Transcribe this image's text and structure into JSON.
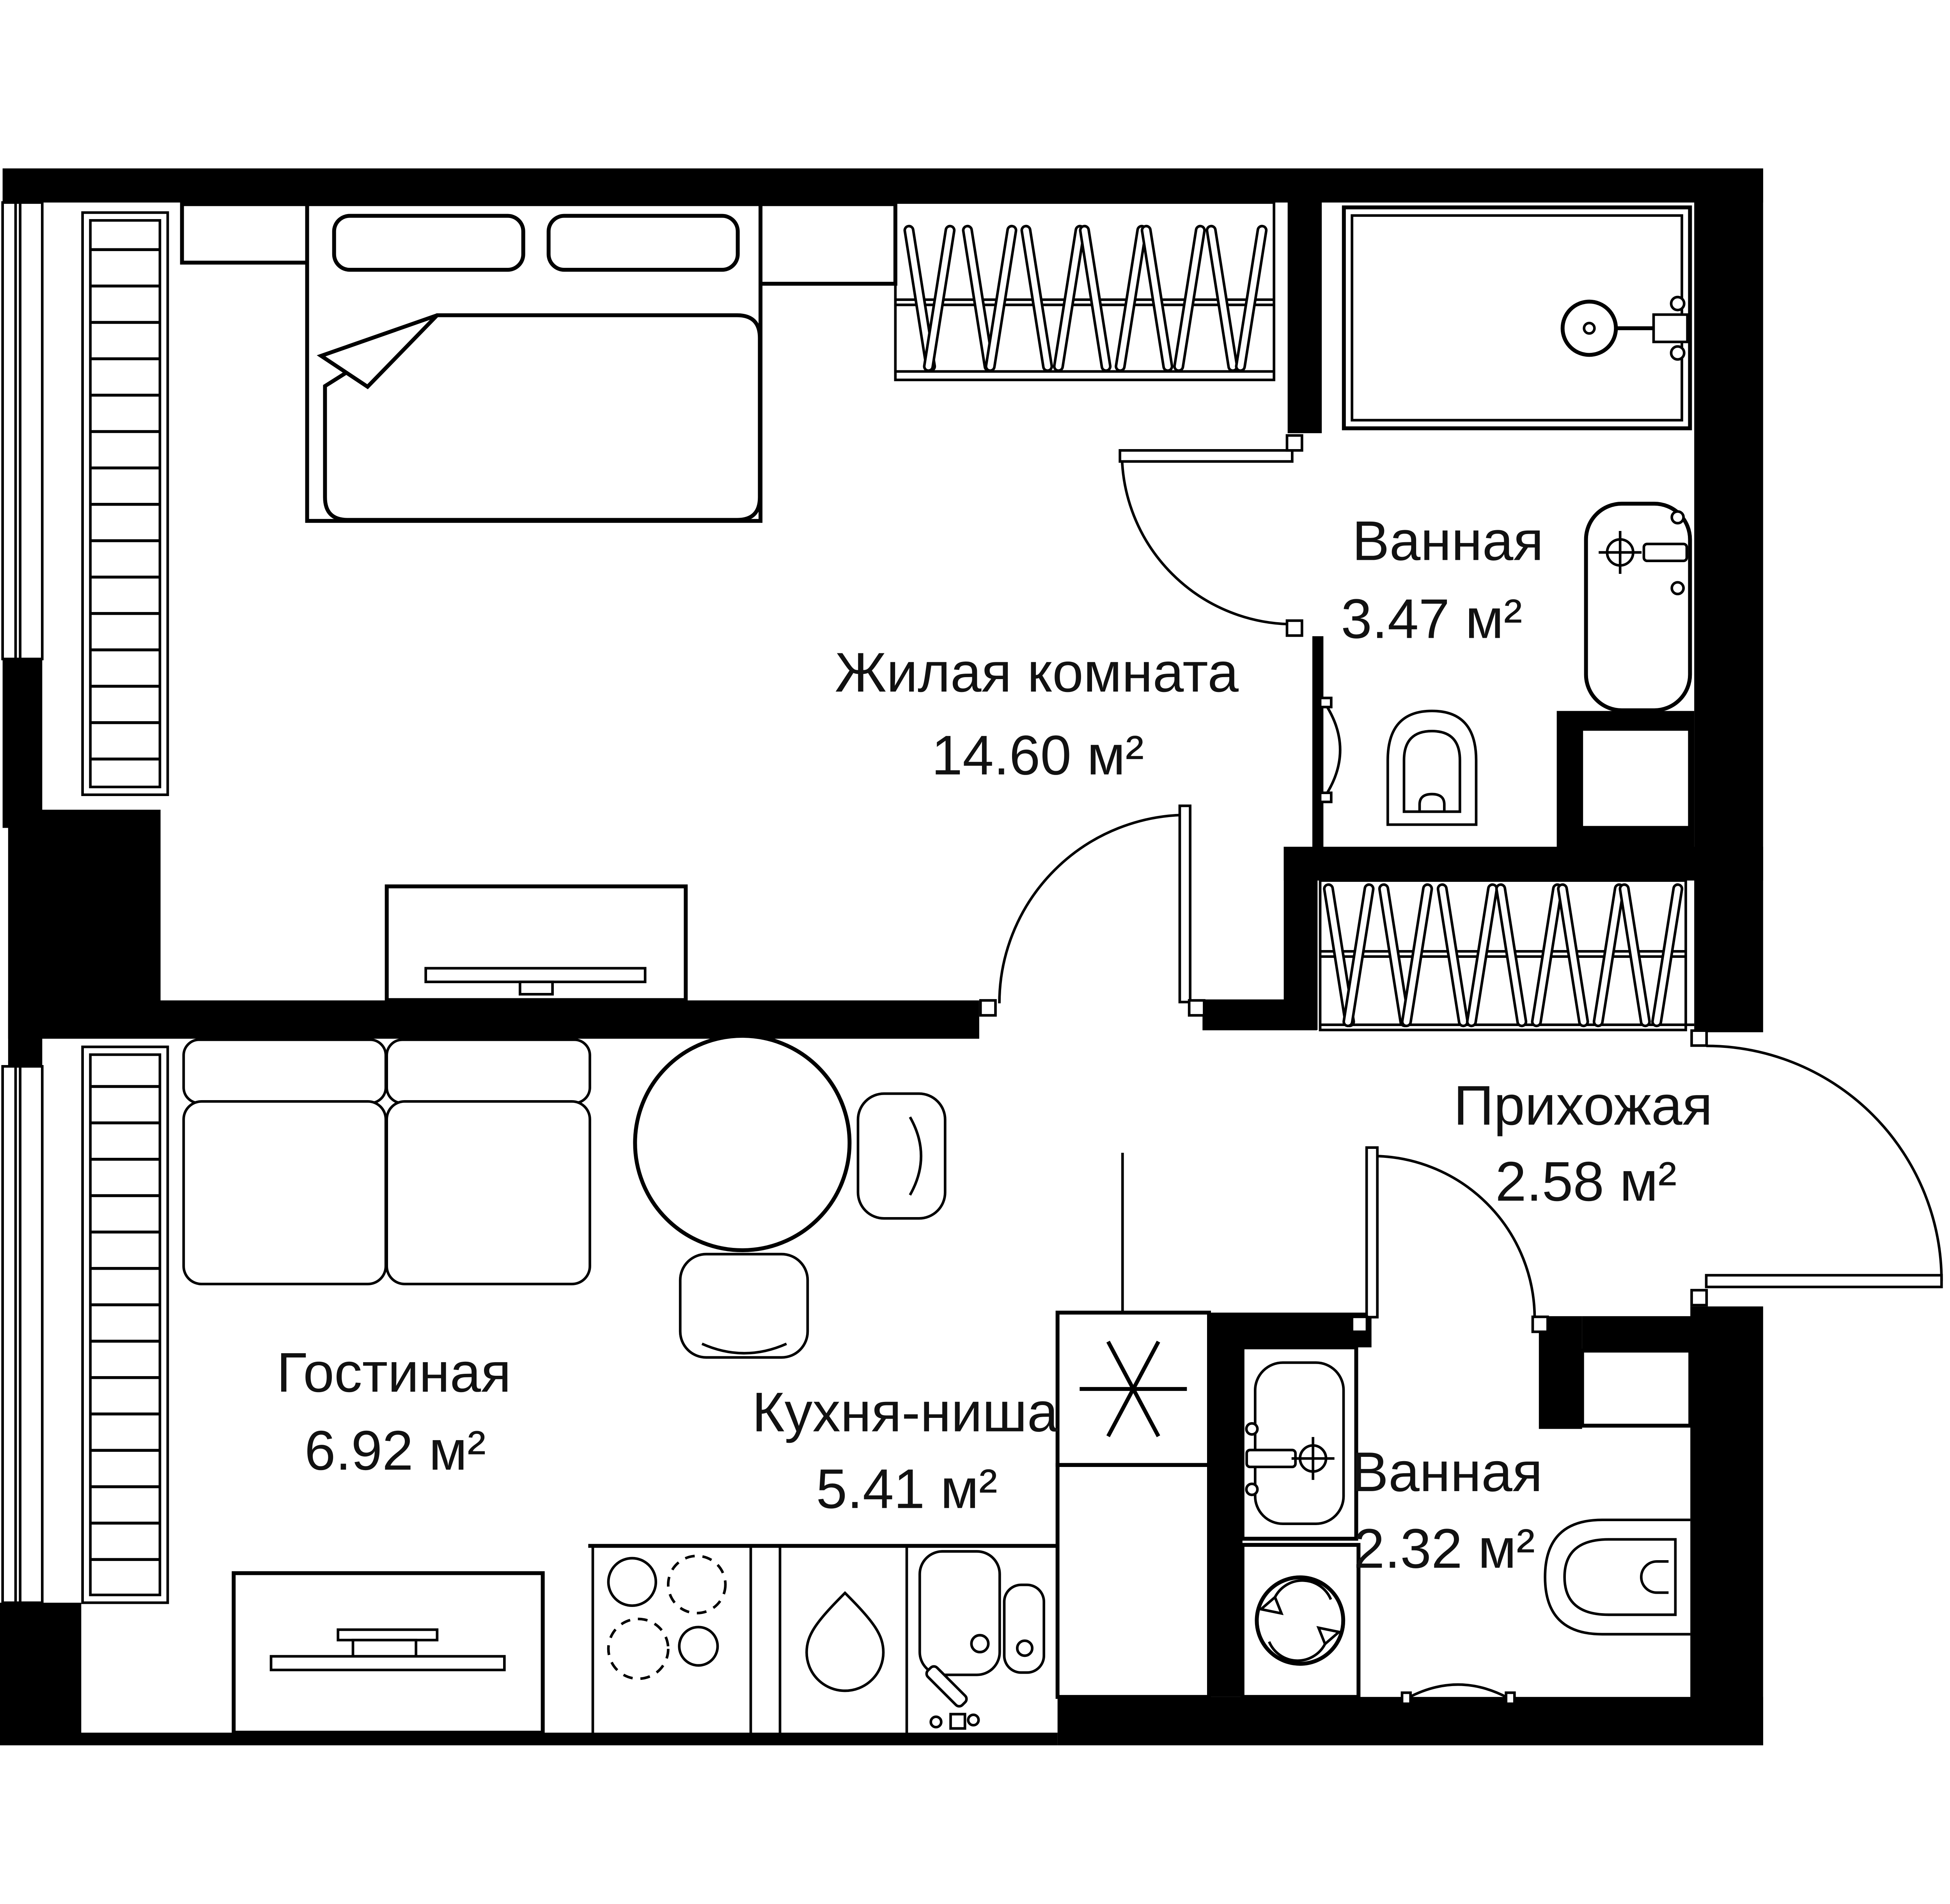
{
  "plan": {
    "type": "apartment-floor-plan",
    "rooms": [
      {
        "name": "Жилая комната",
        "area": "14.60 м²"
      },
      {
        "name": "Ванная",
        "area": "3.47 м²"
      },
      {
        "name": "Гостиная",
        "area": "6.92 м²"
      },
      {
        "name": "Кухня-ниша",
        "area": "5.41 м²"
      },
      {
        "name": "Прихожая",
        "area": "2.58 м²"
      },
      {
        "name": "Ванная",
        "area": "2.32 м²"
      }
    ],
    "colors": {
      "wall": "#000000",
      "background": "#ffffff",
      "line": "#000000"
    }
  }
}
